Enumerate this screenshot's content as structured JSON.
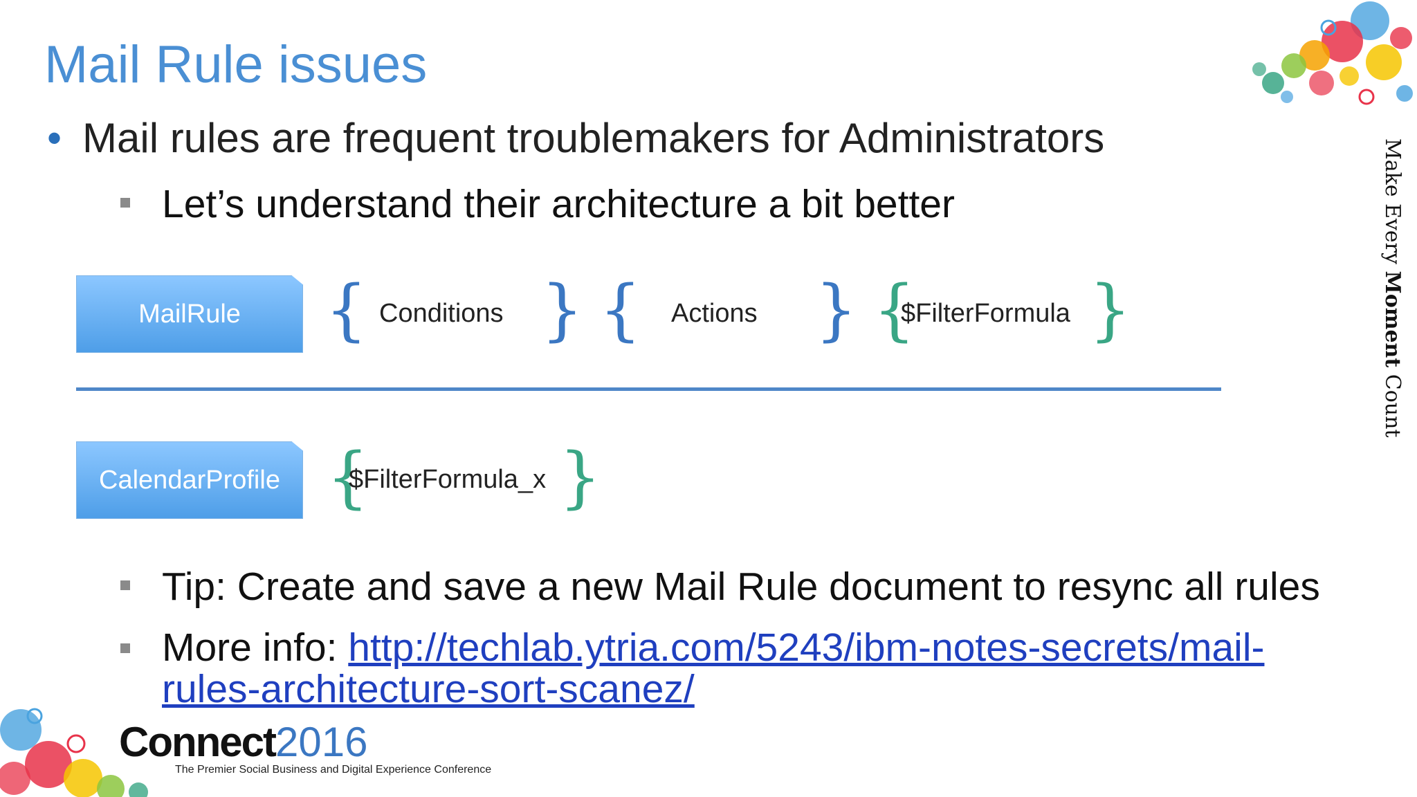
{
  "slide": {
    "title": "Mail Rule issues",
    "bullet": "Mail rules are frequent troublemakers for Administrators",
    "sub_bullet": "Let’s understand their architecture a bit better",
    "tip": "Tip: Create and save a new Mail Rule document to resync all rules",
    "more_info_label": "More info: ",
    "more_info_link_line1": "http://techlab.ytria.com/5243/ibm-notes-secrets/mail-",
    "more_info_link_line2": "rules-architecture-sort-scanez/"
  },
  "diagram": {
    "row1": {
      "box": "MailRule",
      "items": [
        "Conditions",
        "Actions",
        "$FilterFormula"
      ]
    },
    "row2": {
      "box": "CalendarProfile",
      "items": [
        "$FilterFormula_x"
      ]
    },
    "brace_colors": {
      "blue": "#3b77c2",
      "green": "#3aa685"
    }
  },
  "side_text": {
    "pre": "Make Every ",
    "bold": "Moment",
    "post": " Count"
  },
  "branding": {
    "logo_word": "Connect",
    "logo_year": "2016",
    "tagline": "The Premier Social Business and Digital Experience Conference"
  },
  "colors": {
    "title": "#4a8fd4",
    "box": "#5aa6ee",
    "divider": "#4f87c8",
    "link": "#1f3fbf"
  }
}
